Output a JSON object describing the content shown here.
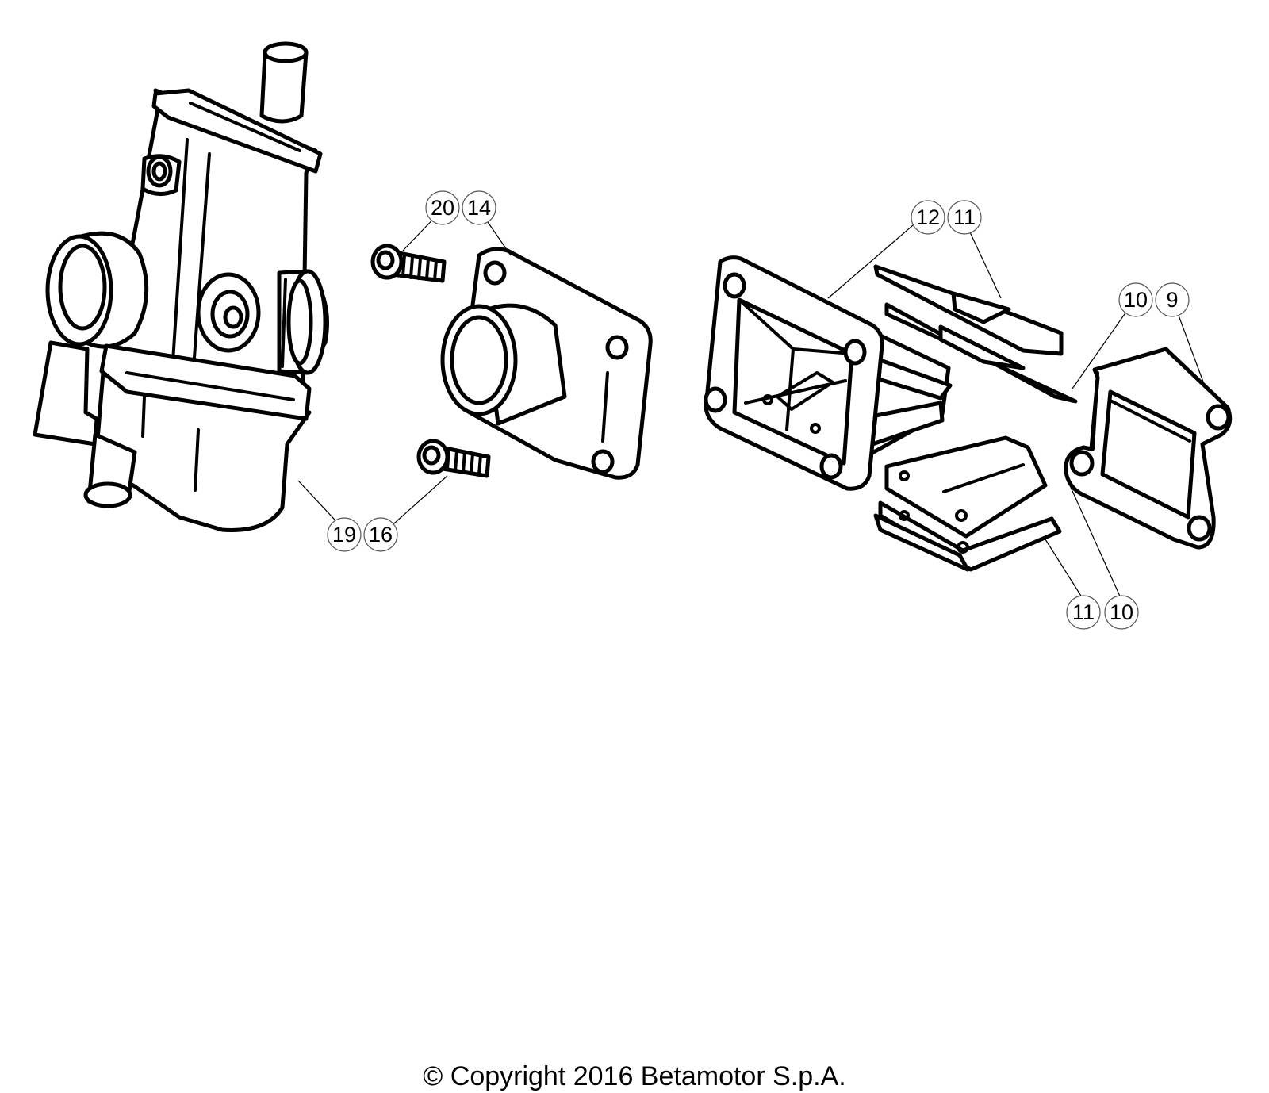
{
  "diagram": {
    "callouts": [
      {
        "id": "c20",
        "label": "20"
      },
      {
        "id": "c14",
        "label": "14"
      },
      {
        "id": "c12",
        "label": "12"
      },
      {
        "id": "c11a",
        "label": "11"
      },
      {
        "id": "c10a",
        "label": "10"
      },
      {
        "id": "c9",
        "label": "9"
      },
      {
        "id": "c19",
        "label": "19"
      },
      {
        "id": "c16",
        "label": "16"
      },
      {
        "id": "c11b",
        "label": "11"
      },
      {
        "id": "c10b",
        "label": "10"
      }
    ],
    "parts": [
      {
        "id": "carburetor",
        "icon": "carburetor-icon"
      },
      {
        "id": "intake-manifold",
        "icon": "intake-manifold-icon"
      },
      {
        "id": "screw-upper",
        "icon": "cap-screw-icon"
      },
      {
        "id": "screw-lower",
        "icon": "cap-screw-icon"
      },
      {
        "id": "reed-valve-block",
        "icon": "reed-valve-block-icon"
      },
      {
        "id": "reed-petals-upper",
        "icon": "reed-petal-icon"
      },
      {
        "id": "reed-petals-lower",
        "icon": "reed-petal-icon"
      },
      {
        "id": "gasket",
        "icon": "gasket-icon"
      }
    ]
  },
  "footer": {
    "copyright": "© Copyright 2016 Betamotor S.p.A."
  }
}
